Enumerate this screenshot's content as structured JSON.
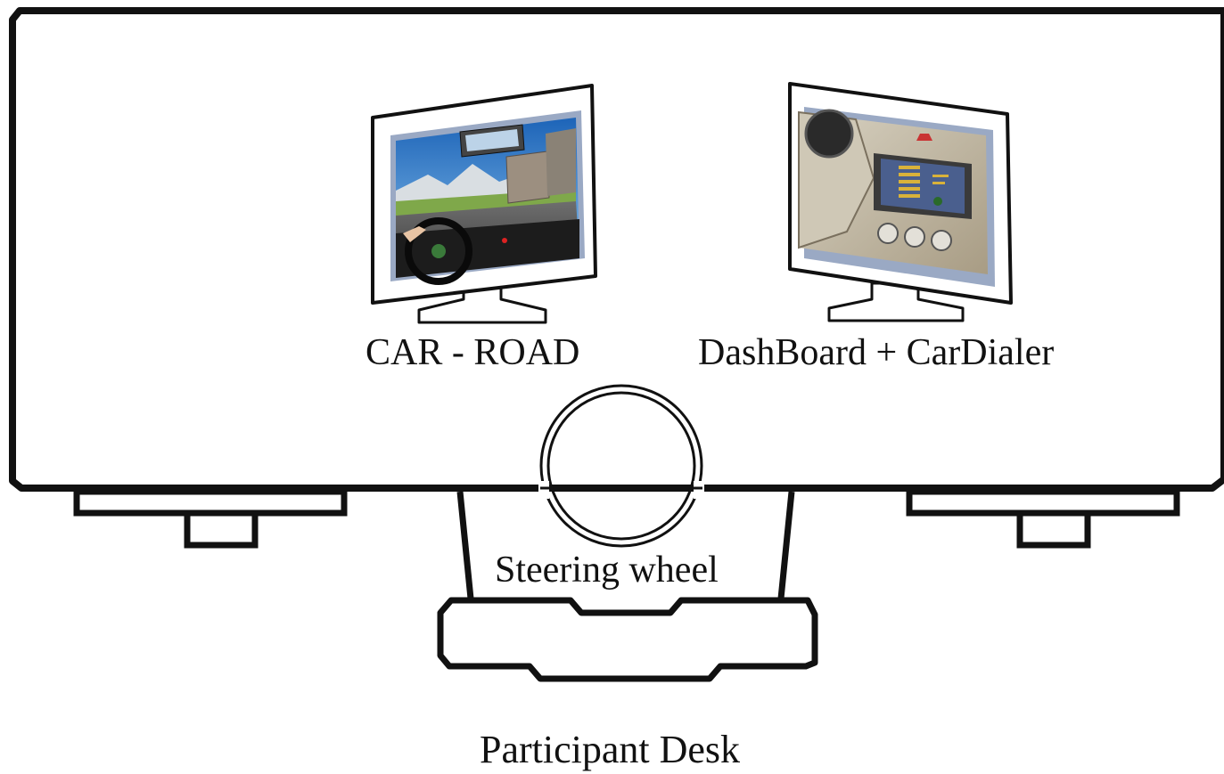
{
  "labels": {
    "left_monitor": "CAR - ROAD",
    "right_monitor": "DashBoard + CarDialer",
    "steering": "Steering wheel",
    "desk": "Participant Desk"
  },
  "colors": {
    "outline": "#111111",
    "screen_border": "#9aa9c4",
    "sky": "#2e78c8",
    "dash_bg": "#c9bfa6",
    "console": "#4a5f8e"
  }
}
